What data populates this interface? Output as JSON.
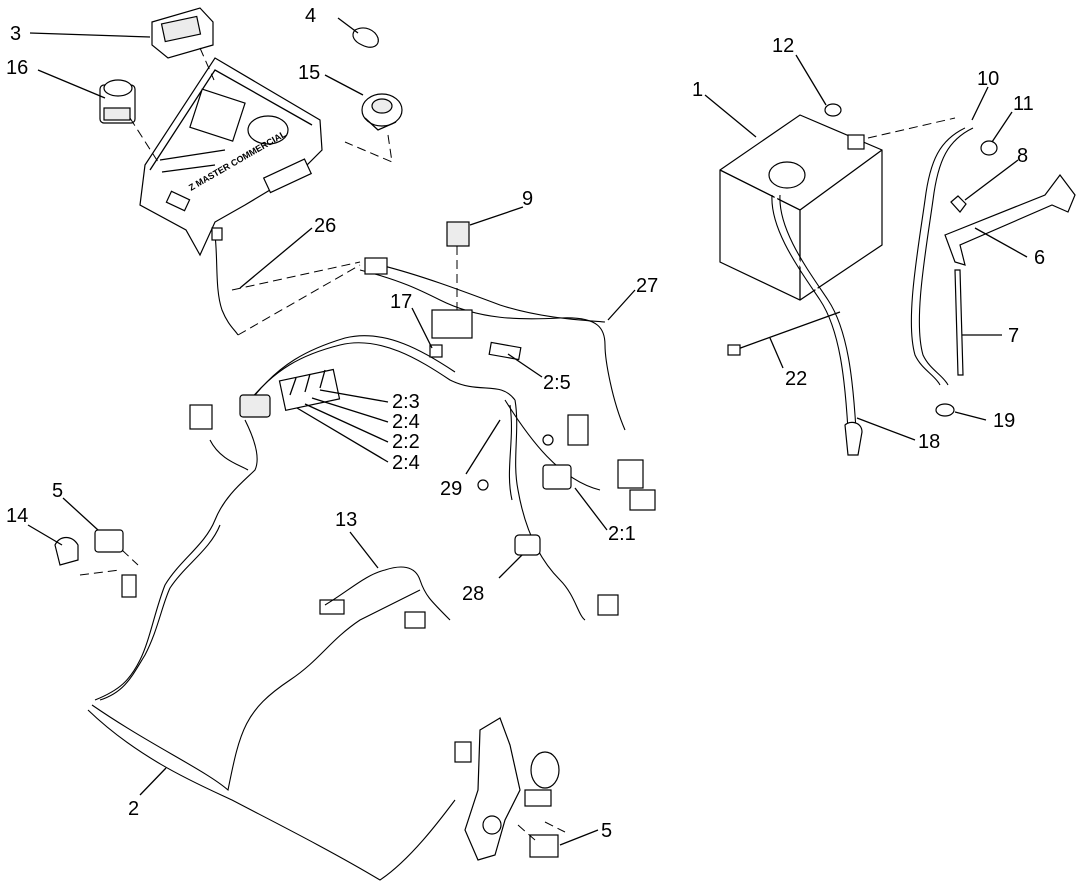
{
  "diagram": {
    "callouts": [
      {
        "id": "c1",
        "text": "1"
      },
      {
        "id": "c2",
        "text": "2"
      },
      {
        "id": "c3",
        "text": "3"
      },
      {
        "id": "c4",
        "text": "4"
      },
      {
        "id": "c5a",
        "text": "5"
      },
      {
        "id": "c5b",
        "text": "5"
      },
      {
        "id": "c6",
        "text": "6"
      },
      {
        "id": "c7",
        "text": "7"
      },
      {
        "id": "c8",
        "text": "8"
      },
      {
        "id": "c9",
        "text": "9"
      },
      {
        "id": "c10",
        "text": "10"
      },
      {
        "id": "c11",
        "text": "11"
      },
      {
        "id": "c12",
        "text": "12"
      },
      {
        "id": "c13",
        "text": "13"
      },
      {
        "id": "c14",
        "text": "14"
      },
      {
        "id": "c15",
        "text": "15"
      },
      {
        "id": "c16",
        "text": "16"
      },
      {
        "id": "c17",
        "text": "17"
      },
      {
        "id": "c18",
        "text": "18"
      },
      {
        "id": "c19",
        "text": "19"
      },
      {
        "id": "c21",
        "text": "2:1"
      },
      {
        "id": "c22",
        "text": "2:2"
      },
      {
        "id": "c23",
        "text": "2:3"
      },
      {
        "id": "c24a",
        "text": "2:4"
      },
      {
        "id": "c24b",
        "text": "2:4"
      },
      {
        "id": "c25",
        "text": "2:5"
      },
      {
        "id": "c22b",
        "text": "22"
      },
      {
        "id": "c26",
        "text": "26"
      },
      {
        "id": "c27",
        "text": "27"
      },
      {
        "id": "c28",
        "text": "28"
      },
      {
        "id": "c29",
        "text": "29"
      }
    ],
    "panel_text": "Z MASTER COMMERCIAL"
  }
}
